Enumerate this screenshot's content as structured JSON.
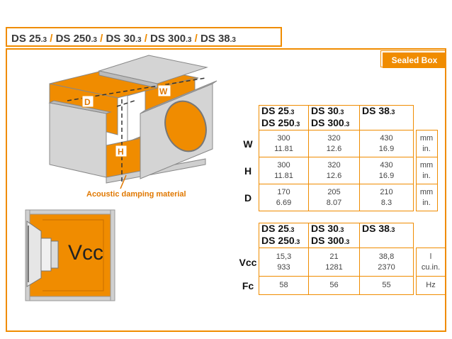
{
  "title": {
    "models": [
      {
        "name": "DS 25",
        "suffix": ".3"
      },
      {
        "name": "DS 250",
        "suffix": ".3"
      },
      {
        "name": "DS 30",
        "suffix": ".3"
      },
      {
        "name": "DS 300",
        "suffix": ".3"
      },
      {
        "name": "DS 38",
        "suffix": ".3"
      }
    ],
    "separator": "/"
  },
  "tag": "Sealed Box",
  "diagram": {
    "labels": {
      "d": "D",
      "w": "W",
      "h": "H"
    },
    "caption": "Acoustic damping material",
    "volume_label": "Vcc"
  },
  "table1": {
    "headers": [
      {
        "line1": "DS 25",
        "s1": ".3",
        "line2": "DS 250",
        "s2": ".3"
      },
      {
        "line1": "DS 30",
        "s1": ".3",
        "line2": "DS 300",
        "s2": ".3"
      },
      {
        "line1": "DS 38",
        "s1": ".3",
        "line2": "",
        "s2": ""
      }
    ],
    "rows": [
      {
        "label": "W",
        "values": [
          [
            "300",
            "11.81"
          ],
          [
            "320",
            "12.6"
          ],
          [
            "430",
            "16.9"
          ]
        ],
        "units": [
          "mm",
          "in."
        ]
      },
      {
        "label": "H",
        "values": [
          [
            "300",
            "11.81"
          ],
          [
            "320",
            "12.6"
          ],
          [
            "430",
            "16.9"
          ]
        ],
        "units": [
          "mm",
          "in."
        ]
      },
      {
        "label": "D",
        "values": [
          [
            "170",
            "6.69"
          ],
          [
            "205",
            "8.07"
          ],
          [
            "210",
            "8.3"
          ]
        ],
        "units": [
          "mm",
          "in."
        ]
      }
    ]
  },
  "table2": {
    "headers": [
      {
        "line1": "DS 25",
        "s1": ".3",
        "line2": "DS 250",
        "s2": ".3"
      },
      {
        "line1": "DS 30",
        "s1": ".3",
        "line2": "DS 300",
        "s2": ".3"
      },
      {
        "line1": "DS 38",
        "s1": ".3",
        "line2": "",
        "s2": ""
      }
    ],
    "rows": [
      {
        "label": "Vcc",
        "values": [
          [
            "15,3",
            "933"
          ],
          [
            "21",
            "1281"
          ],
          [
            "38,8",
            "2370"
          ]
        ],
        "units": [
          "l",
          "cu.in."
        ]
      },
      {
        "label": "Fc",
        "values": [
          [
            "58"
          ],
          [
            "56"
          ],
          [
            "55"
          ]
        ],
        "units": [
          "Hz"
        ]
      }
    ]
  },
  "colors": {
    "accent": "#f08c00",
    "panel": "#c8c8c8",
    "damping": "#f08c00"
  }
}
